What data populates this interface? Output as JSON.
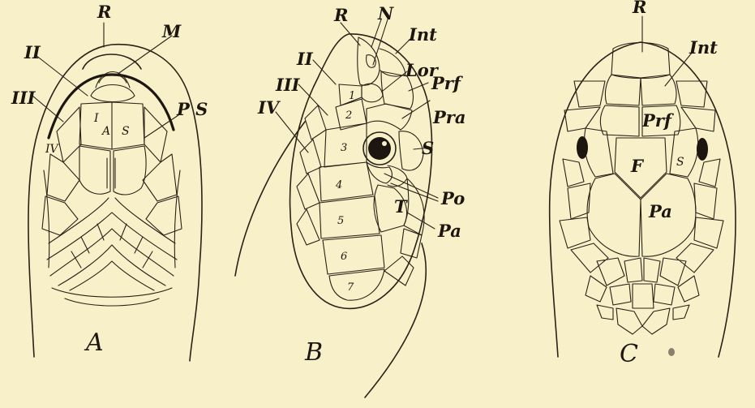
{
  "colors": {
    "paper": "#f7f0c8",
    "ink": "#1d1610"
  },
  "panel_a": {
    "caption": "A",
    "labels": {
      "R": "R",
      "M": "M",
      "II": "II",
      "III": "III",
      "IV": "IV",
      "I": "I",
      "A": "A",
      "S": "S",
      "PS": "P S"
    }
  },
  "panel_b": {
    "caption": "B",
    "labels": {
      "R": "R",
      "N": "N",
      "II": "II",
      "III": "III",
      "IV": "IV",
      "Int": "Int",
      "Lor": "Lor",
      "Prf": "Prf",
      "Pra": "Pra",
      "S": "S",
      "Po": "Po",
      "T": "T",
      "Pa": "Pa"
    },
    "supralabials": [
      "1",
      "2",
      "3",
      "4",
      "5",
      "6",
      "7"
    ]
  },
  "panel_c": {
    "caption": "C",
    "labels": {
      "R": "R",
      "Int": "Int",
      "Prf": "Prf",
      "F": "F",
      "S": "S",
      "Pa": "Pa"
    }
  }
}
